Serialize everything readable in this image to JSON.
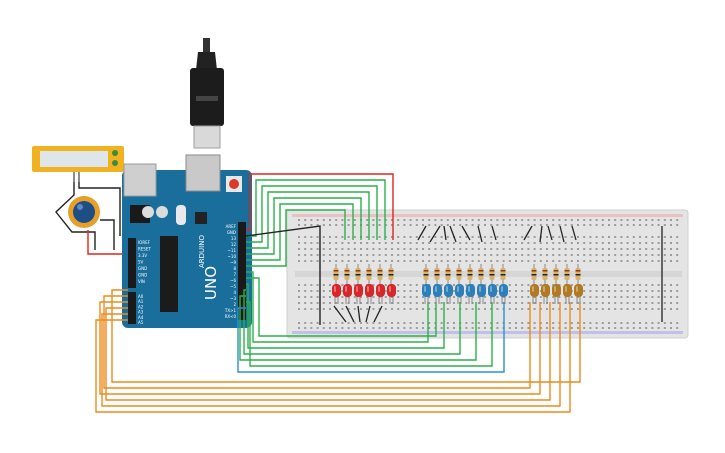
{
  "arduino": {
    "model": "UNO",
    "brand": "ARDUINO",
    "power_pins": [
      "IOREF",
      "RESET",
      "3.3V",
      "5V",
      "GND",
      "GND",
      "VIN"
    ],
    "analog_pins": [
      "A0",
      "A1",
      "A2",
      "A3",
      "A4",
      "A5"
    ],
    "digital_pins": [
      "AREF",
      "GND",
      "13",
      "12",
      "~11",
      "~10",
      "~9",
      "8",
      "7",
      "~6",
      "~5",
      "4",
      "~3",
      "2",
      "TX>1",
      "RX<0"
    ]
  },
  "leds": {
    "red_count": 6,
    "blue_count": 8,
    "yellow_count": 5
  },
  "colors": {
    "board": "#1a6e9c",
    "wire_green": "#2ab04a",
    "wire_red": "#e0241c",
    "wire_orange": "#ee8a1c",
    "wire_blue": "#2a8fd8",
    "wire_black": "#222222",
    "led_red": "#d8262a",
    "led_blue": "#2c7fb8",
    "led_yellow": "#b07a22",
    "lcd": "#f1b222"
  }
}
